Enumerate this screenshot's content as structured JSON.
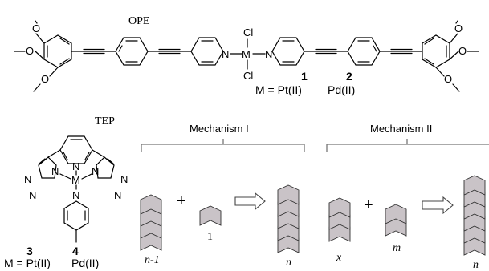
{
  "ope": {
    "label": "OPE",
    "metal": "M",
    "ligand_top": "Cl",
    "ligand_bottom": "Cl",
    "pyridine_n_left": "N",
    "pyridine_n_right": "N",
    "methoxy_o": "O",
    "compound_1": "1",
    "compound_2": "2",
    "metal_line_prefix": "M = Pt(II)",
    "metal_line_suffix": "Pd(II)"
  },
  "tep": {
    "label": "TEP",
    "metal": "M",
    "n": "N",
    "compound_3": "3",
    "compound_4": "4",
    "metal_line_prefix": "M = Pt(II)",
    "metal_line_suffix": "Pd(II)"
  },
  "mechanism_1": {
    "title": "Mechanism I",
    "plus": "+",
    "stack_left_label": "n-1",
    "monomer_label": "1",
    "product_label": "n",
    "stack_left_count": 4,
    "monomer_count": 1,
    "product_count": 5
  },
  "mechanism_2": {
    "title": "Mechanism II",
    "plus": "+",
    "stack_left_label": "x",
    "stack_mid_label": "m",
    "product_label": "n",
    "stack_left_count": 3,
    "stack_mid_count": 2,
    "product_count": 6
  }
}
